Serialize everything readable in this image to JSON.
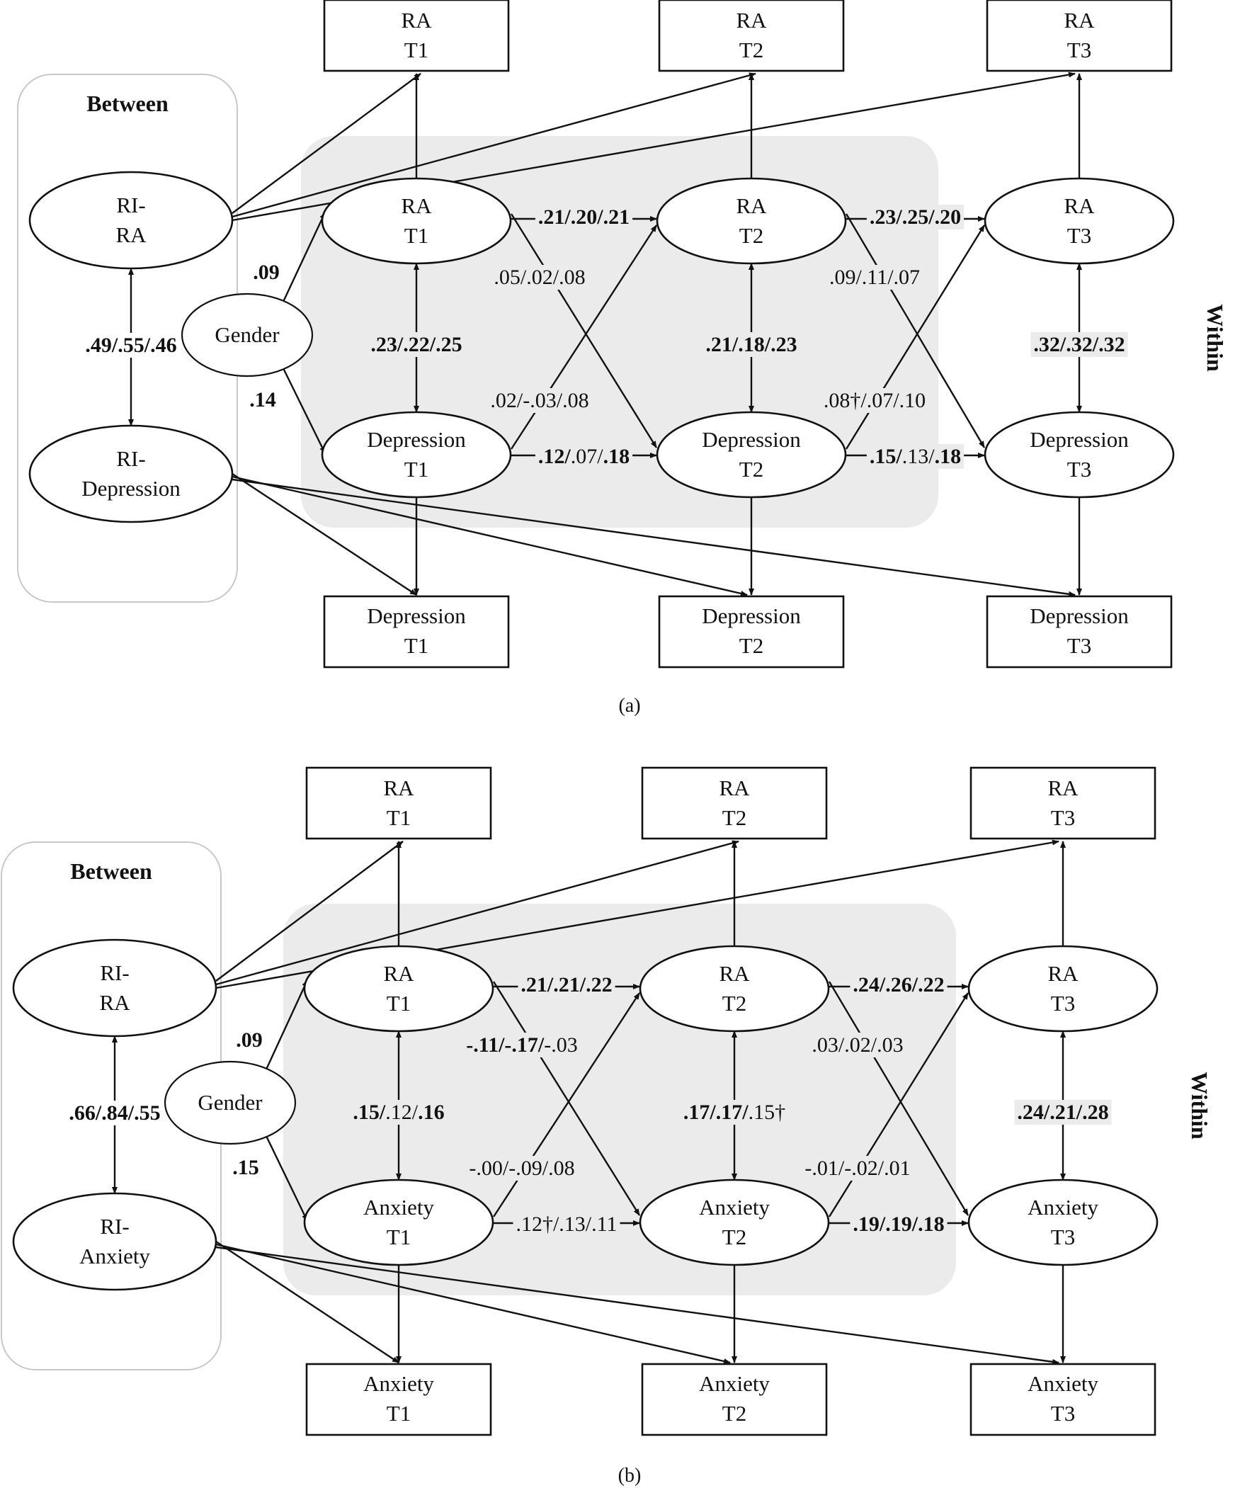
{
  "panels": [
    {
      "caption": "(a)",
      "between_label": "Between",
      "within_label": "Within",
      "gender": "Gender",
      "ri_top": [
        "RI-",
        "RA"
      ],
      "ri_bottom": [
        "RI-",
        "Depression"
      ],
      "ri_corr": [
        ".49/.55/.46"
      ],
      "top_boxes": [
        [
          "RA",
          "T1"
        ],
        [
          "RA",
          "T2"
        ],
        [
          "RA",
          "T3"
        ]
      ],
      "bottom_boxes": [
        [
          "Depression",
          "T1"
        ],
        [
          "Depression",
          "T2"
        ],
        [
          "Depression",
          "T3"
        ]
      ],
      "top_latent": [
        [
          "RA",
          "T1"
        ],
        [
          "RA",
          "T2"
        ],
        [
          "RA",
          "T3"
        ]
      ],
      "bottom_latent": [
        [
          "Depression",
          "T1"
        ],
        [
          "Depression",
          "T2"
        ],
        [
          "Depression",
          "T3"
        ]
      ],
      "gender_top": [
        ".09"
      ],
      "gender_bottom": [
        ".14"
      ],
      "vert": [
        [
          ".23/.22/.25"
        ],
        [
          ".21/.18/.23"
        ],
        [
          ".32/.32/.32"
        ]
      ],
      "ar_top": [
        [
          ".21/.20/.21"
        ],
        [
          ".23/.25/.20"
        ]
      ],
      "ar_bottom": [
        [
          ".12/",
          ".07/",
          ".18"
        ],
        [
          ".15/",
          ".13/",
          ".18"
        ]
      ],
      "cross_down": [
        [
          ".05/.02/.08"
        ],
        [
          ".09/.11/.07"
        ]
      ],
      "cross_up": [
        [
          ".02/-.03/.08"
        ],
        [
          ".08†/.07/.10"
        ]
      ]
    },
    {
      "caption": "(b)",
      "between_label": "Between",
      "within_label": "Within",
      "gender": "Gender",
      "ri_top": [
        "RI-",
        "RA"
      ],
      "ri_bottom": [
        "RI-",
        "Anxiety"
      ],
      "ri_corr": [
        ".66/.84/.55"
      ],
      "top_boxes": [
        [
          "RA",
          "T1"
        ],
        [
          "RA",
          "T2"
        ],
        [
          "RA",
          "T3"
        ]
      ],
      "bottom_boxes": [
        [
          "Anxiety",
          "T1"
        ],
        [
          "Anxiety",
          "T2"
        ],
        [
          "Anxiety",
          "T3"
        ]
      ],
      "top_latent": [
        [
          "RA",
          "T1"
        ],
        [
          "RA",
          "T2"
        ],
        [
          "RA",
          "T3"
        ]
      ],
      "bottom_latent": [
        [
          "Anxiety",
          "T1"
        ],
        [
          "Anxiety",
          "T2"
        ],
        [
          "Anxiety",
          "T3"
        ]
      ],
      "gender_top": [
        ".09"
      ],
      "gender_bottom": [
        ".15"
      ],
      "vert": [
        [
          ".15/",
          ".12/",
          ".16"
        ],
        [
          ".17/.17/",
          ".15†"
        ],
        [
          ".24/.21/.28"
        ]
      ],
      "ar_top": [
        [
          ".21/.21/.22"
        ],
        [
          ".24/.26/.22"
        ]
      ],
      "ar_bottom": [
        [
          ".12†/.13/.11"
        ],
        [
          ".19/.19/.18"
        ]
      ],
      "cross_down": [
        [
          "-.11/-.17/",
          "-.03"
        ],
        [
          ".03/.02/.03"
        ]
      ],
      "cross_up": [
        [
          "-.00/-.09/.08"
        ],
        [
          "-.01/-.02/.01"
        ]
      ]
    }
  ]
}
